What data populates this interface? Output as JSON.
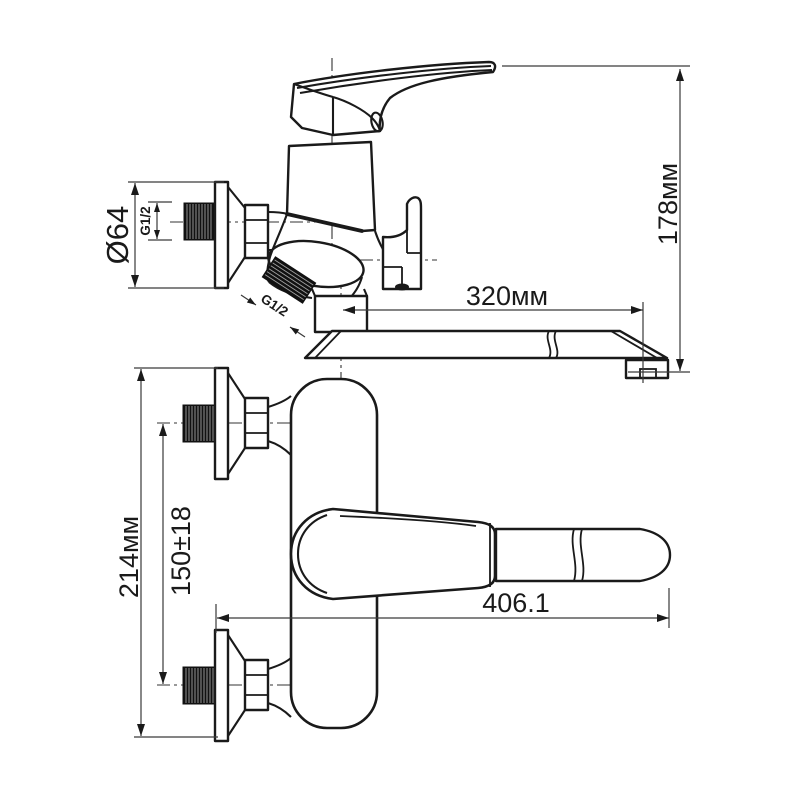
{
  "page": {
    "background": "#ffffff"
  },
  "drawing": {
    "line_color": "#1a1a1a",
    "dim_color": "#3a3a3a",
    "thread_fill": "#111111",
    "views": {
      "side": {
        "dims": {
          "flange_diameter": "Ø64",
          "inlet_thread": "G1/2",
          "shower_outlet_thread": "G1/2",
          "spout_reach": "320мм",
          "height": "178мм"
        }
      },
      "plan": {
        "dims": {
          "overall_height": "214мм",
          "inlet_spacing": "150±18",
          "overall_reach": "406.1"
        }
      }
    }
  }
}
